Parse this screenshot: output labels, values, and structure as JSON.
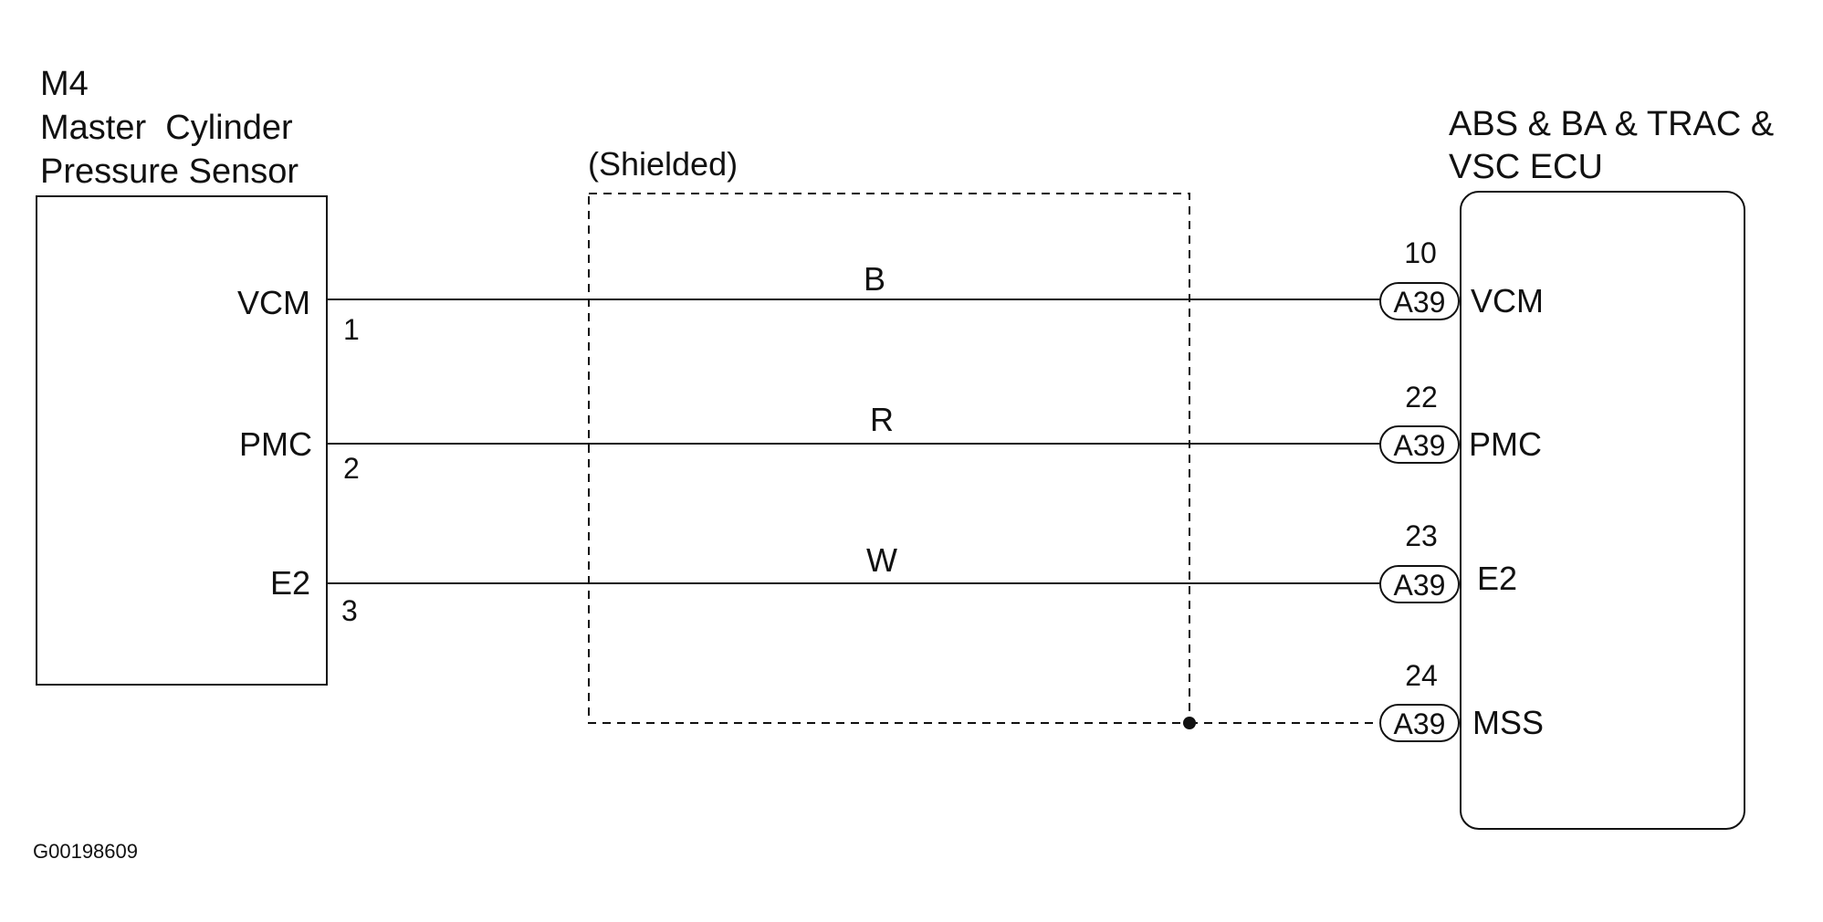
{
  "diagram": {
    "sensor": {
      "title_lines": [
        "M4",
        "Master  Cylinder",
        "Pressure Sensor"
      ],
      "terminals": [
        {
          "name": "VCM",
          "pin": "1"
        },
        {
          "name": "PMC",
          "pin": "2"
        },
        {
          "name": "E2",
          "pin": "3"
        }
      ]
    },
    "shield": {
      "label": "(Shielded)"
    },
    "wires": [
      {
        "color": "B"
      },
      {
        "color": "R"
      },
      {
        "color": "W"
      }
    ],
    "ecu": {
      "title_lines": [
        "ABS & BA & TRAC &",
        "VSC ECU"
      ],
      "connector": "A39",
      "terminals": [
        {
          "pin": "10",
          "name": "VCM"
        },
        {
          "pin": "22",
          "name": "PMC"
        },
        {
          "pin": "23",
          "name": "E2"
        },
        {
          "pin": "24",
          "name": "MSS"
        }
      ]
    },
    "figure_id": "G00198609"
  }
}
